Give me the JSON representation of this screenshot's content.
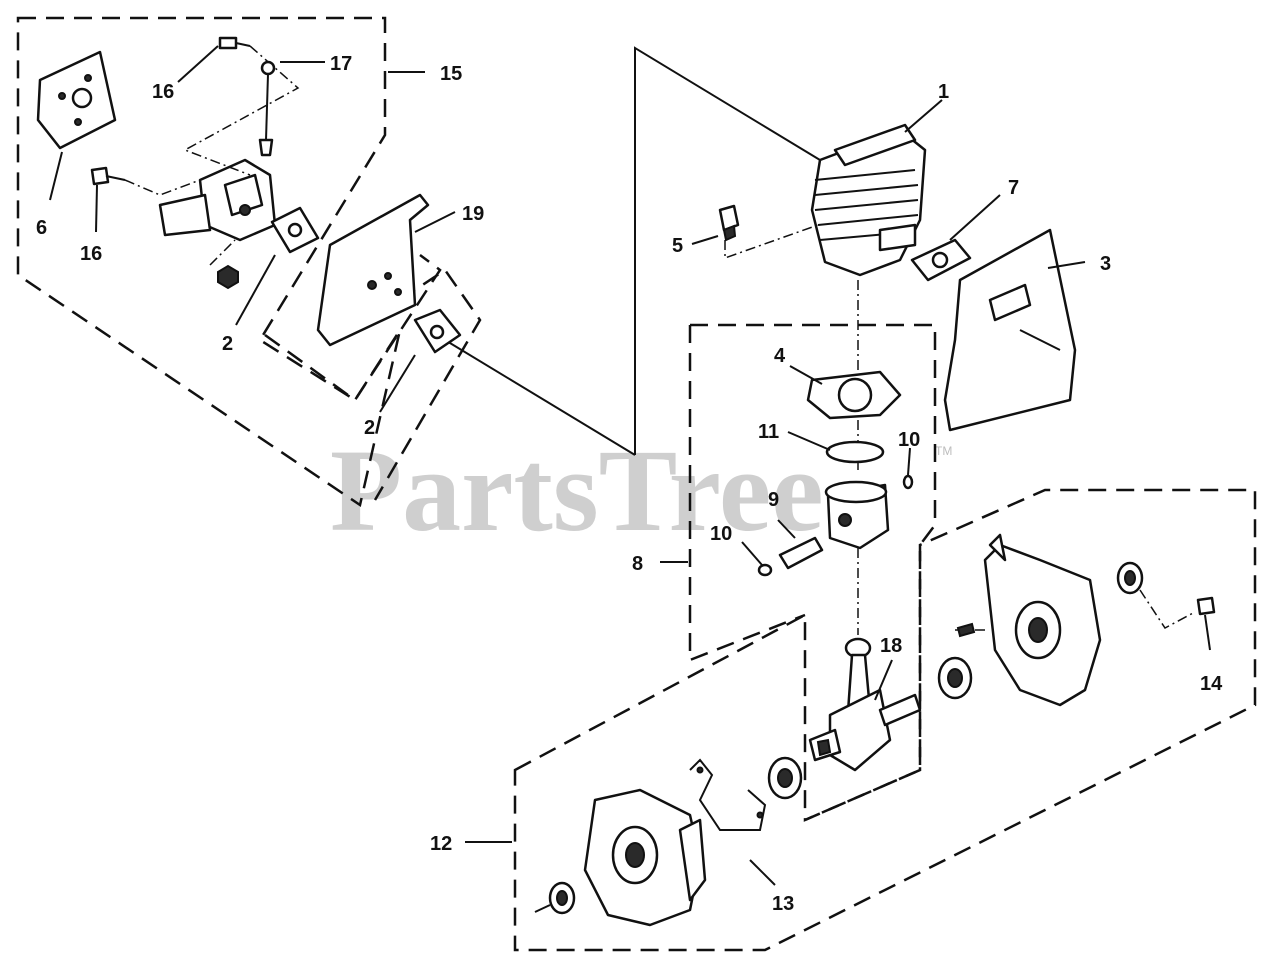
{
  "watermark": {
    "text": "PartsTree",
    "trademark": "TM"
  },
  "callouts": [
    {
      "id": "c1",
      "label": "1"
    },
    {
      "id": "c2a",
      "label": "2"
    },
    {
      "id": "c2b",
      "label": "2"
    },
    {
      "id": "c3",
      "label": "3"
    },
    {
      "id": "c4",
      "label": "4"
    },
    {
      "id": "c5",
      "label": "5"
    },
    {
      "id": "c6",
      "label": "6"
    },
    {
      "id": "c7",
      "label": "7"
    },
    {
      "id": "c8",
      "label": "8"
    },
    {
      "id": "c9",
      "label": "9"
    },
    {
      "id": "c10a",
      "label": "10"
    },
    {
      "id": "c10b",
      "label": "10"
    },
    {
      "id": "c11",
      "label": "11"
    },
    {
      "id": "c12",
      "label": "12"
    },
    {
      "id": "c13",
      "label": "13"
    },
    {
      "id": "c14",
      "label": "14"
    },
    {
      "id": "c15",
      "label": "15"
    },
    {
      "id": "c16a",
      "label": "16"
    },
    {
      "id": "c16b",
      "label": "16"
    },
    {
      "id": "c17",
      "label": "17"
    },
    {
      "id": "c18",
      "label": "18"
    },
    {
      "id": "c19",
      "label": "19"
    }
  ]
}
